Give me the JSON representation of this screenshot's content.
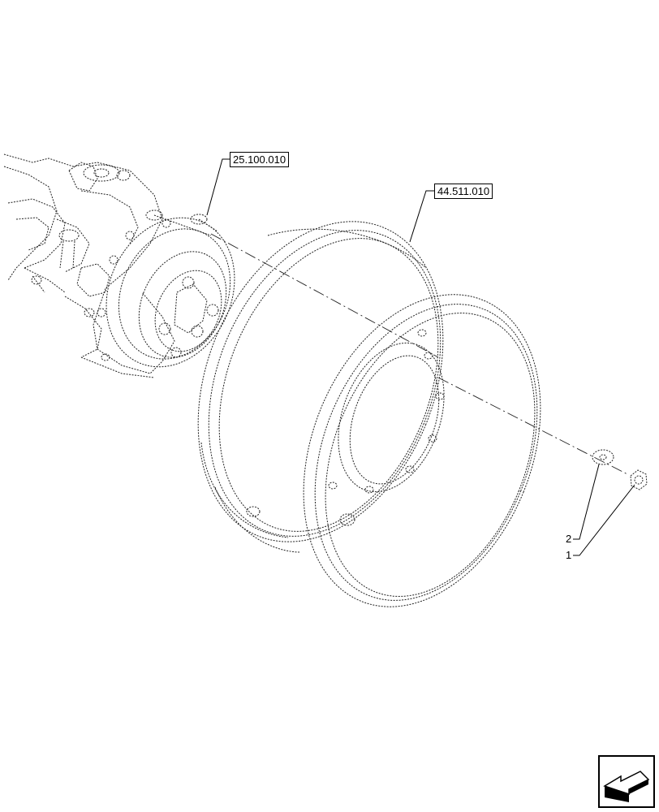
{
  "references": {
    "hub_assembly": "25.100.010",
    "wheel_rim": "44.511.010"
  },
  "callouts": {
    "item_2": "2",
    "item_1": "1"
  },
  "icons": {
    "navigation": "previous-page-arrow-icon"
  },
  "colors": {
    "line": "#000000",
    "background": "#ffffff"
  }
}
